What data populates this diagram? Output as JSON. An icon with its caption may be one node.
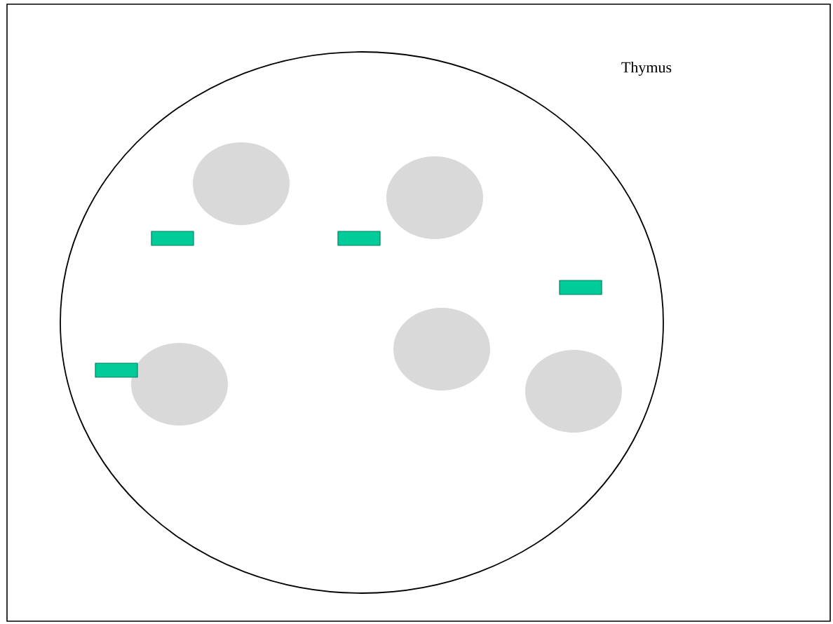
{
  "diagram": {
    "nodes": [
      {
        "text": [],
        "shape": "ellipse"
      },
      {
        "text": [],
        "shape": "circle",
        "in": 0
      },
      {
        "text": [],
        "shape": "circle",
        "in": 0
      },
      {
        "text": [],
        "shape": "circle",
        "in": 0
      },
      {
        "text": [],
        "shape": "circle",
        "in": 0
      },
      {
        "text": [],
        "shape": "circle",
        "in": 0
      },
      {
        "text": [],
        "shape": "box",
        "in": 0
      },
      {
        "text": [],
        "shape": "box",
        "in": 0
      },
      {
        "text": [],
        "shape": "box",
        "in": 0
      },
      {
        "text": [],
        "shape": "box",
        "in": 0
      }
    ],
    "labels": [
      "Thymus"
    ]
  }
}
